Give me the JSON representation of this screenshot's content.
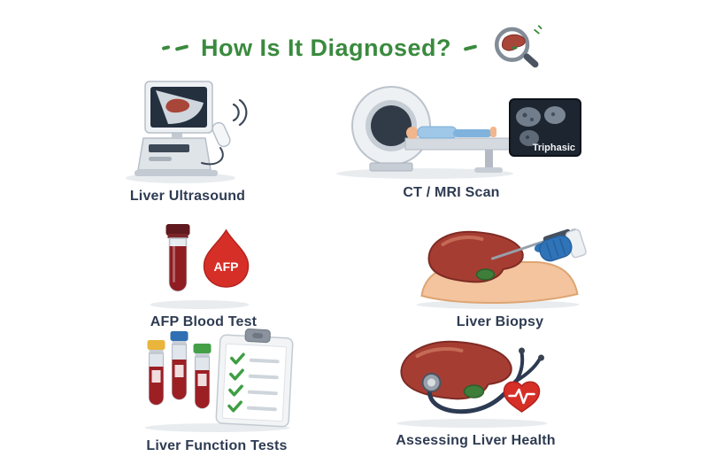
{
  "header": {
    "title": "How Is It Diagnosed?"
  },
  "items": [
    {
      "id": "ultrasound",
      "label": "Liver Ultrasound"
    },
    {
      "id": "ct-mri",
      "label": "CT / MRI Scan",
      "scan_badge": "Triphasic"
    },
    {
      "id": "afp",
      "label": "AFP Blood Test",
      "drop_label": "AFP"
    },
    {
      "id": "biopsy",
      "label": "Liver Biopsy"
    },
    {
      "id": "lft",
      "label": "Liver Function Tests"
    },
    {
      "id": "health",
      "label": "Assessing Liver Health"
    }
  ],
  "icons": {
    "title_magnifier": "magnifier-liver-icon",
    "ultrasound": "ultrasound-machine-icon",
    "ct_mri": "ct-scanner-icon",
    "afp": "blood-vial-drop-icon",
    "biopsy": "liver-biopsy-needle-icon",
    "lft": "test-tubes-clipboard-icon",
    "health": "liver-stethoscope-heart-icon"
  },
  "colors": {
    "title_green": "#3a8a3e",
    "label_navy": "#2e3b52",
    "liver": "#a63d33",
    "blood": "#8f1d22",
    "drop_red": "#d62f28",
    "glove_blue": "#2f73b8",
    "background": "#ffffff"
  }
}
